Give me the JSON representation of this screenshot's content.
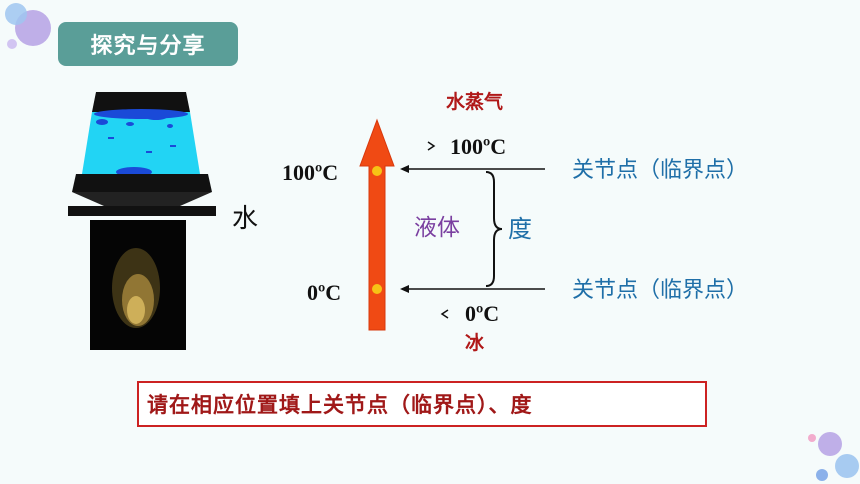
{
  "header": {
    "title": "探究与分享"
  },
  "illustration": {
    "water_label": "水"
  },
  "diagram": {
    "top_phase": "水蒸气",
    "top_temp": "100ºC",
    "left_top_temp": "100ºC",
    "left_bottom_temp": "0ºC",
    "bottom_temp": "0ºC",
    "bottom_phase": "冰",
    "middle_phase": "液体",
    "degree_label": "度",
    "node_top": "关节点（临界点）",
    "node_bottom": "关节点（临界点）"
  },
  "instruction": {
    "text": "请在相应位置填上关节点（临界点）、度"
  },
  "colors": {
    "badge": "#5a9e98",
    "arrow": "#f04a14",
    "phase_red": "#b01818",
    "purple": "#7a3fa0",
    "blue": "#1f6fa8"
  }
}
